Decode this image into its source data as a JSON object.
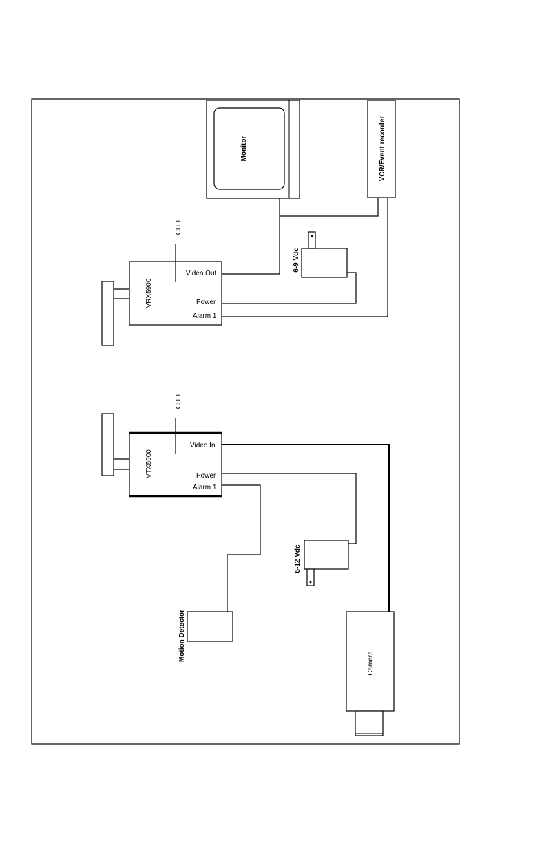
{
  "labels": {
    "monitor": "Monitor",
    "vcr": "VCR/Event recorder",
    "vrx_model": "VRX5900",
    "vrx_ch": "CH 1",
    "vrx_video_out": "Video Out",
    "vrx_power": "Power",
    "vrx_alarm": "Alarm 1",
    "psu_receiver": "6-9 Vdc",
    "vtx_model": "VTX5900",
    "vtx_ch": "CH 1",
    "vtx_video_in": "Video In",
    "vtx_power": "Power",
    "vtx_alarm": "Alarm 1",
    "psu_transmitter": "6-12 Vdc",
    "motion_detector": "Motion Detector",
    "camera": "Camera"
  }
}
